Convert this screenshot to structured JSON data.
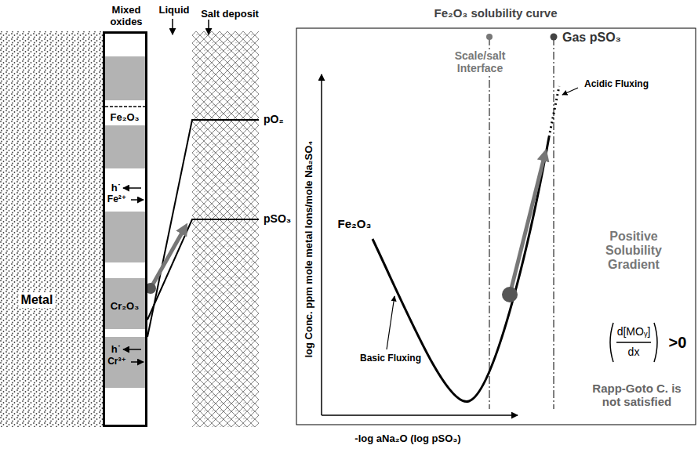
{
  "diagram": {
    "nodes": [
      {
        "text": [
          "Metal"
        ]
      },
      {
        "text": [
          "Mixed oxides"
        ]
      },
      {
        "text": [
          "Cr₂O₃"
        ],
        "in": 1
      },
      {
        "text": [
          "Salt deposit"
        ]
      }
    ],
    "labels": [
      "Liquid",
      "Fe₂O₃",
      "h˙",
      "Fe²⁺",
      "h˙",
      "Cr³⁺",
      "pO₂",
      "pSO₃",
      "Fe₂O₃ solubility curve",
      "Scale/salt Interface",
      "Gas pSO₃",
      "Acidic Fluxing",
      "Fe₂O₃",
      "Positive Solubility Gradient",
      "d[MOᵧ]",
      "dx",
      ">0",
      "Basic Fluxing",
      "Rapp-Goto C. is not satisfied",
      "log Conc. ppm mole metal Ions/mole Na₂SO₄",
      "-log aNa₂O (log pSO₃)"
    ]
  }
}
